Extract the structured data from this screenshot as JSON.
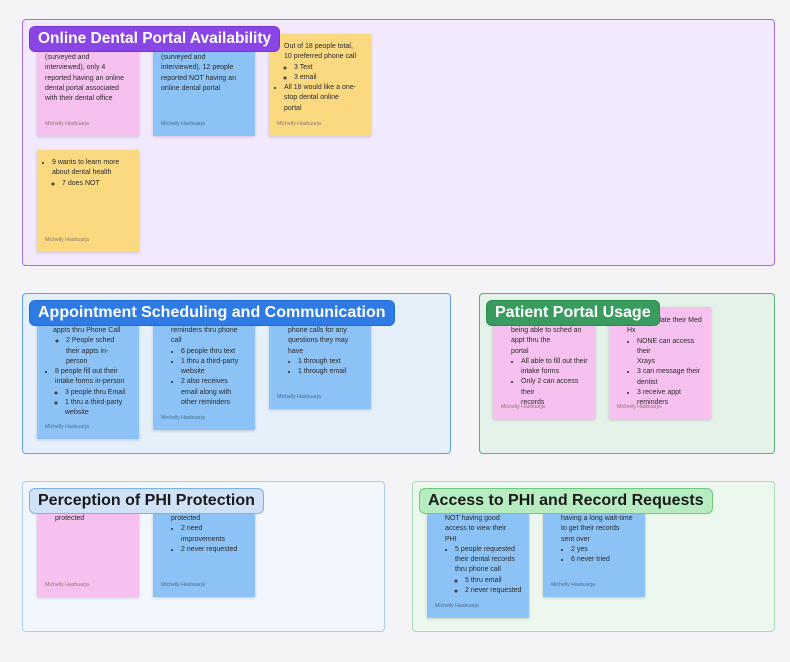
{
  "sections": {
    "online": "Online Dental Portal Availability",
    "appt": "Appointment Scheduling and Communication",
    "portal": "Patient Portal Usage",
    "phi": "Perception of PHI Protection",
    "access": "Access to PHI and Record Requests"
  },
  "author": "Michelly Hasbuarja",
  "notes": {
    "online1": [
      "(surveyed and",
      "interviewed), only 4",
      "reported having an online",
      "dental portal associated",
      "with their dental office"
    ],
    "online2": [
      "(surveyed and",
      "interviewed), 12 people",
      "reported NOT having an",
      "online dental portal"
    ],
    "online3": {
      "b1": [
        "Out of 18 people total,",
        "10 preferred phone call"
      ],
      "b1a": "3 Text",
      "b1b": "3 email",
      "b2": [
        "All 18 would like a one-",
        "stop dental online",
        "portal"
      ]
    },
    "online4": {
      "b1": [
        "9 wants to learn more",
        "about dental health"
      ],
      "b1a": "7 does NOT"
    },
    "appt1": {
      "l0": "appts thru Phone Call",
      "b1": [
        "2 People sched",
        "their appts in-",
        "person"
      ],
      "b2": [
        "8 people fill out their",
        "intake forms in-person"
      ],
      "b2a": "3 people thru Email",
      "b2b": [
        "1 thru a third-party",
        "website"
      ]
    },
    "appt2": {
      "l0": [
        "reminders thru phone",
        "call"
      ],
      "b1": "6 people thru text",
      "b2": [
        "1 thru a third-party",
        "website"
      ],
      "b3": [
        "2 also receives",
        "email along with",
        "other reminders"
      ]
    },
    "appt3": {
      "l0": [
        "phone calls for any",
        "questions they may",
        "have"
      ],
      "b1": "1 through text",
      "b2": "1 through email"
    },
    "portal1": {
      "l0": [
        "being able to sched an",
        "appt thru the",
        "portal"
      ],
      "b1": [
        "All able to fill out their",
        "intake forms"
      ],
      "b2": [
        "Only 2 can access their",
        "records"
      ]
    },
    "portal2": {
      "l0": [
        "date their Med",
        "Hx"
      ],
      "b1": [
        "NONE can access their",
        "Xrays"
      ],
      "b2": [
        "3 can message their",
        "dentist"
      ],
      "b3": [
        "3 receive appt",
        "reminders"
      ]
    },
    "phi1": {
      "l0": "protected"
    },
    "phi2": {
      "l0": "protected",
      "b1": [
        "2 need",
        "improvements"
      ],
      "b2": "2 never requested"
    },
    "access1": {
      "l0": [
        "NOT having good",
        "access to view their",
        "PHI"
      ],
      "b1": [
        "5 people requested",
        "their dental records",
        "thru phone call"
      ],
      "b1a": "5 thru email",
      "b1b": "2 never requested"
    },
    "access2": {
      "l0": [
        "having a long wait-time",
        "to get their records",
        "sent over"
      ],
      "b1": "2 yes",
      "b2": "6 never tried"
    }
  },
  "colors": {
    "pink": "#f6c1ee",
    "blue": "#8cc2f6",
    "yellow": "#fad981",
    "purple": "#8a45e6",
    "accent_blue": "#2f7be6",
    "green": "#3a9b5e"
  }
}
